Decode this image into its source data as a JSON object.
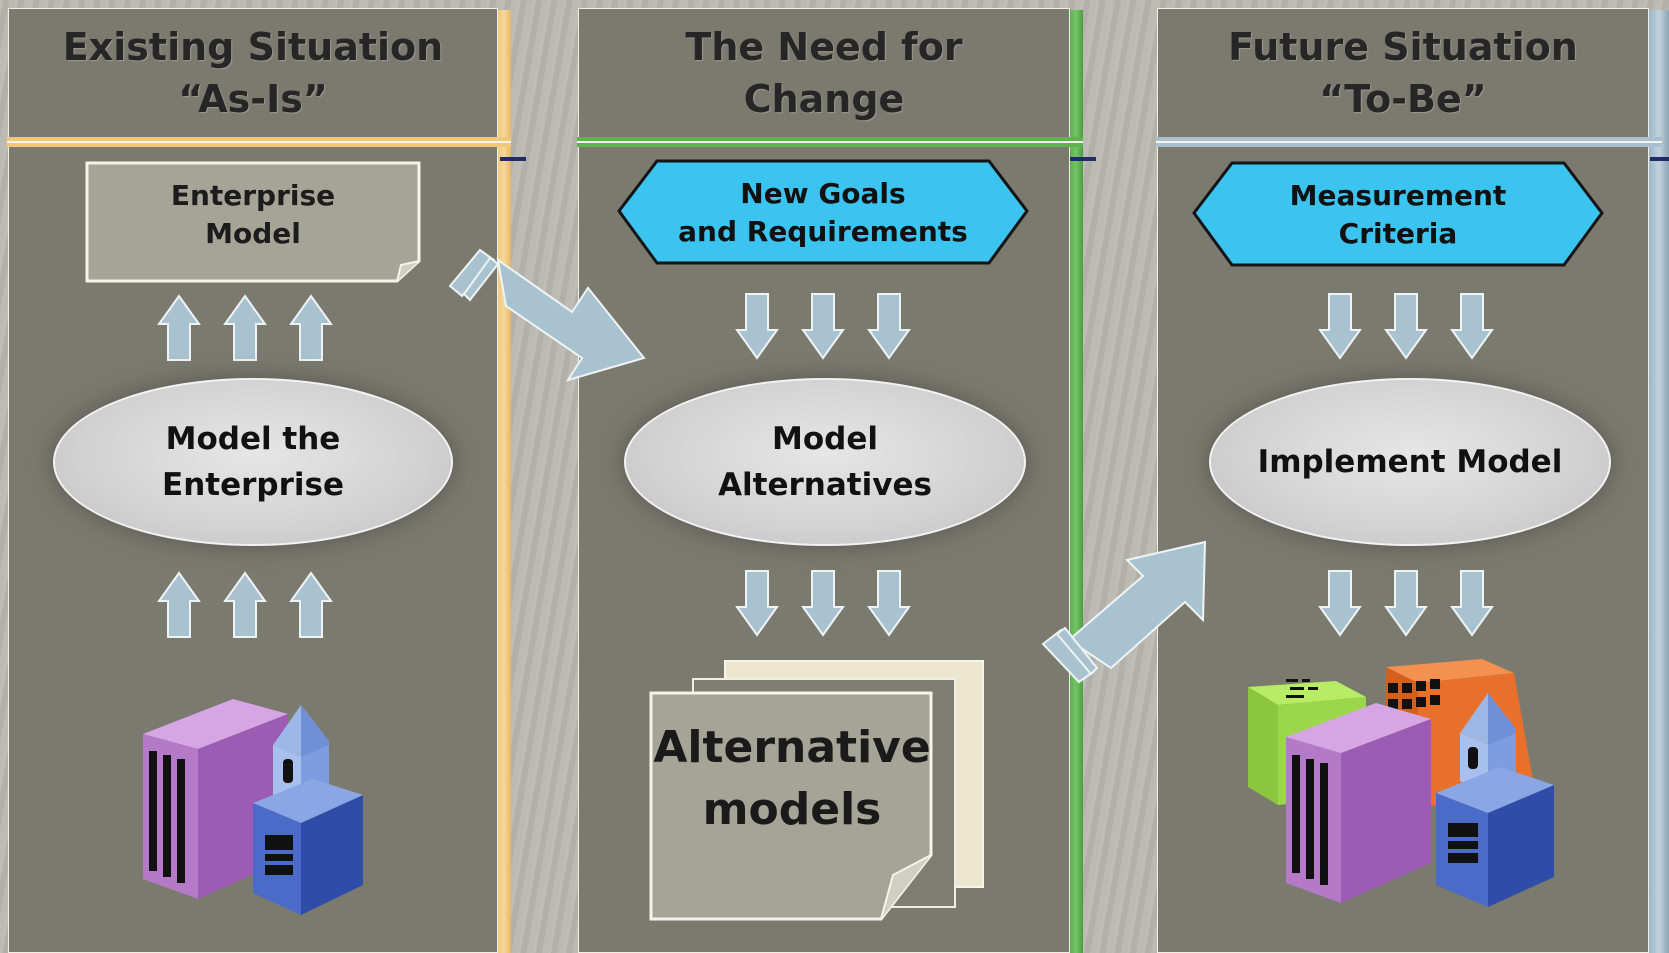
{
  "columns": [
    {
      "title": "Existing Situation\n“As-Is”",
      "top_box": "Enterprise\nModel",
      "process": "Model the\nEnterprise",
      "accent": "#f0c878"
    },
    {
      "title": "The Need for\nChange",
      "top_box": "New Goals\nand Requirements",
      "process": "Model\nAlternatives",
      "output": "Alternative\nmodels",
      "accent": "#5fb34f"
    },
    {
      "title": "Future Situation\n“To-Be”",
      "top_box": "Measurement\nCriteria",
      "process": "Implement Model",
      "accent": "#a8bfcf"
    }
  ],
  "colors": {
    "panel": "#7a7a6f",
    "hexagon": "#3cc4f0",
    "arrow": "#a9c2cf",
    "ellipse": "#d6d6d6",
    "document": "#a4a497"
  },
  "icons": [
    "building-icon",
    "church-icon",
    "city-buildings-icon"
  ]
}
